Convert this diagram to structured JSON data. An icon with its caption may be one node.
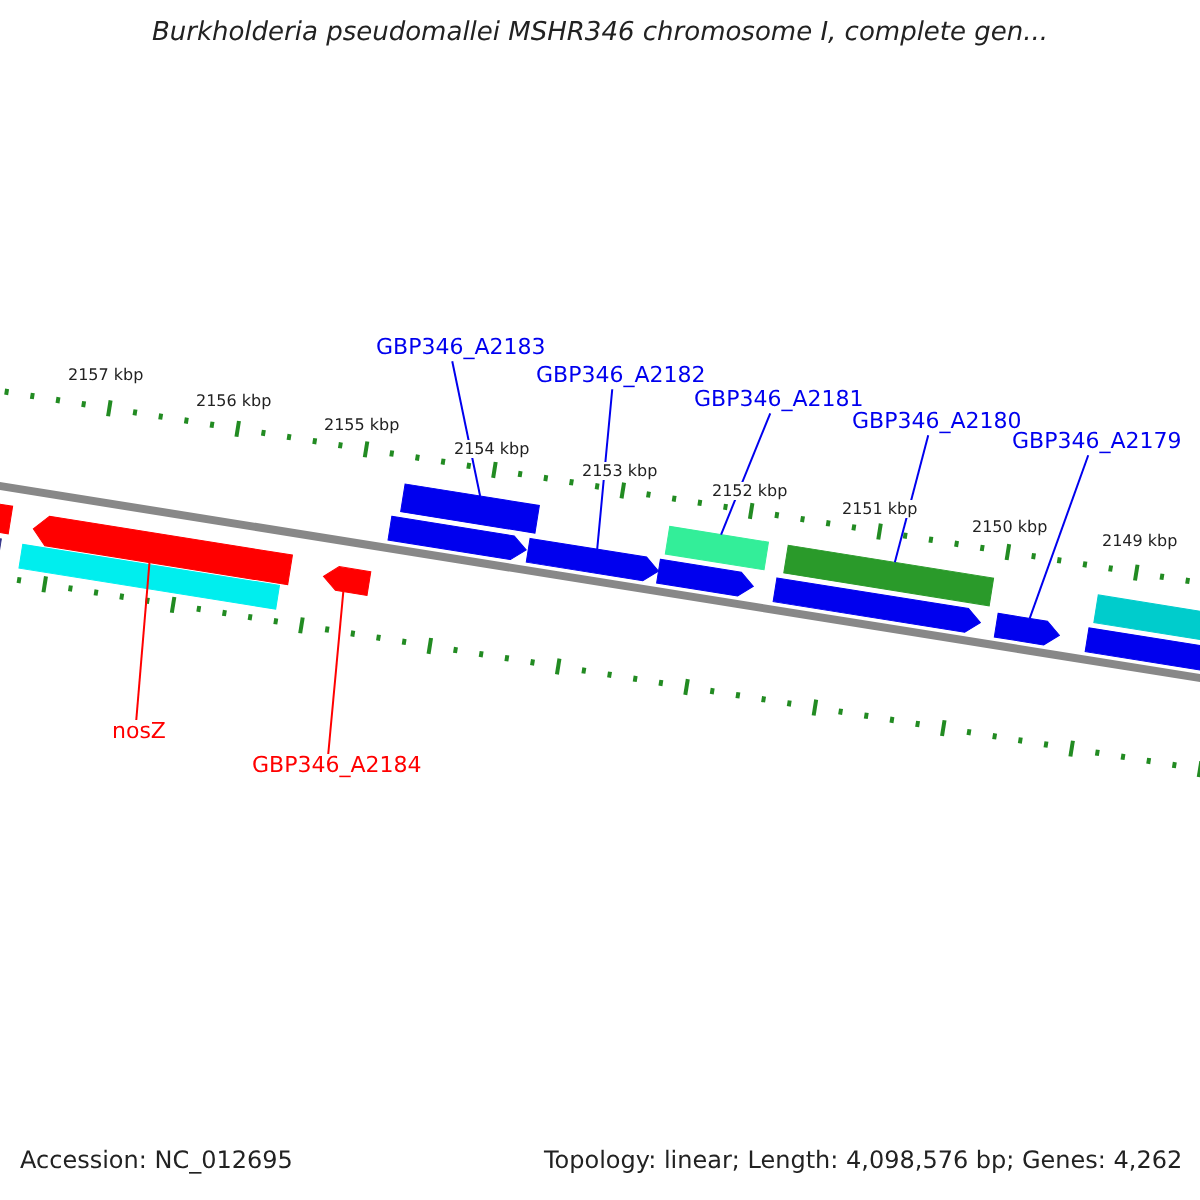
{
  "diagram": {
    "title": "Burkholderia pseudomallei MSHR346 chromosome I, complete gen...",
    "nodes": [
      {
        "text": [
          "GBP346_A2183"
        ]
      },
      {
        "text": [
          "GBP346_A2182"
        ]
      },
      {
        "text": [
          "GBP346_A2181"
        ]
      },
      {
        "text": [
          "GBP346_A2180"
        ]
      },
      {
        "text": [
          "GBP346_A2179"
        ]
      },
      {
        "text": [
          "nosZ"
        ]
      },
      {
        "text": [
          "GBP346_A2184"
        ]
      },
      {
        "text": [],
        "shape": "bar"
      },
      {
        "text": [],
        "shape": "bar"
      },
      {
        "text": [],
        "shape": "bar"
      },
      {
        "text": [],
        "shape": "bar"
      },
      {
        "text": [],
        "shape": "bar"
      },
      {
        "text": [],
        "shape": "bar"
      },
      {
        "text": [],
        "shape": "bar"
      }
    ],
    "edges": [
      {
        "from": 0,
        "to": 9,
        "arrow": "none"
      },
      {
        "from": 1,
        "to": 10,
        "arrow": "none"
      },
      {
        "from": 2,
        "to": 11,
        "arrow": "none"
      },
      {
        "from": 3,
        "to": 12,
        "arrow": "none"
      },
      {
        "from": 4,
        "to": 13,
        "arrow": "none"
      },
      {
        "from": 5,
        "to": 7,
        "arrow": "none",
        "color": "#ff0000"
      },
      {
        "from": 6,
        "to": 8,
        "arrow": "none",
        "color": "#ff0000"
      }
    ],
    "labels": [
      "2157 kbp",
      "2156 kbp",
      "2155 kbp",
      "2154 kbp",
      "2153 kbp",
      "2152 kbp",
      "2151 kbp",
      "2150 kbp",
      "2149 kbp",
      "Accession: NC_012695",
      "Topology: linear; Length: 4,098,576 bp; Genes: 4,262"
    ]
  }
}
